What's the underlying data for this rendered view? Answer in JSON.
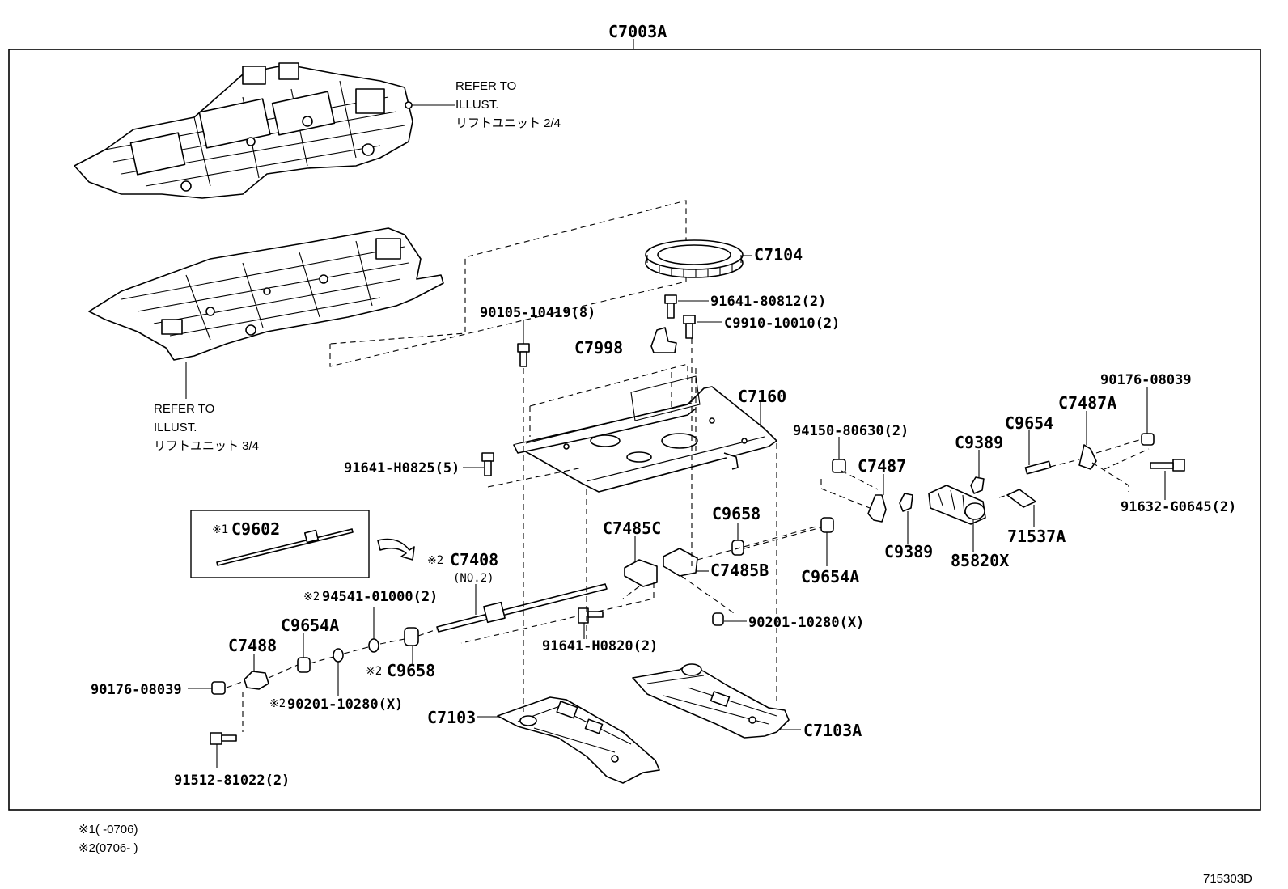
{
  "assembly": {
    "label": "C7003A"
  },
  "refs": {
    "upper": {
      "line1": "REFER TO",
      "line2": "ILLUST.",
      "line3": "リフトユニット 2/4"
    },
    "lower": {
      "line1": "REFER TO",
      "line2": "ILLUST.",
      "line3": "リフトユニット 3/4"
    }
  },
  "parts": {
    "c7104": "C7104",
    "p91641_80812": "91641-80812(2)",
    "c9910_10010": "C9910-10010(2)",
    "p90105_10419": "90105-10419(8)",
    "c7998": "C7998",
    "c7160": "C7160",
    "p91641_h0825": "91641-H0825(5)",
    "p94150_80630": "94150-80630(2)",
    "c7487": "C7487",
    "c9389a": "C9389",
    "c9389b": "C9389",
    "c9654": "C9654",
    "c7487a": "C7487A",
    "p90176_08039_r": "90176-08039",
    "p91632_g0645": "91632-G0645(2)",
    "p71537a": "71537A",
    "p85820x": "85820X",
    "c9658_upper": "C9658",
    "c9654a_right": "C9654A",
    "c7485c": "C7485C",
    "c7485b": "C7485B",
    "p90201_10280_r": "90201-10280(X)",
    "c9602_mark": "※1",
    "c9602": "C9602",
    "c7408_mark": "※2",
    "c7408": "C7408",
    "c7408_sub": "(NO.2)",
    "p94541_mark": "※2",
    "p94541_01000": "94541-01000(2)",
    "c9654a_left": "C9654A",
    "c7488": "C7488",
    "c9658_lower_mark": "※2",
    "c9658_lower": "C9658",
    "p91641_h0820": "91641-H0820(2)",
    "p90176_08039_l": "90176-08039",
    "p90201_10280_l_mark": "※2",
    "p90201_10280_l": "90201-10280(X)",
    "p91512_81022": "91512-81022(2)",
    "c7103": "C7103",
    "c7103a": "C7103A"
  },
  "notes": {
    "n1": "※1(     -0706)",
    "n2": "※2(0706-     )"
  },
  "figure_id": "715303D"
}
